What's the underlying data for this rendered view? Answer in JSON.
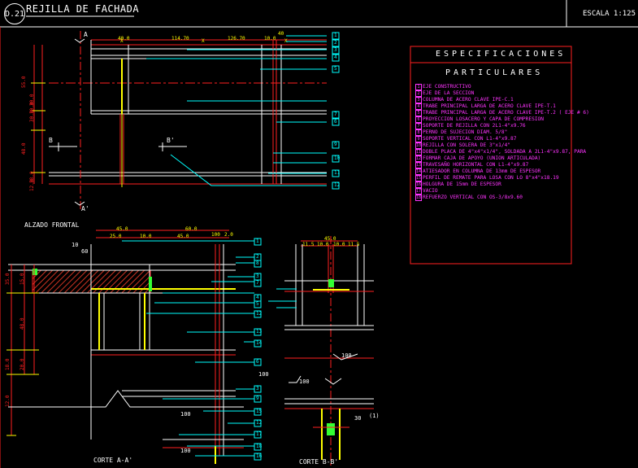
{
  "sheet": {
    "badge": "D.21",
    "title": "REJILLA DE FACHADA",
    "scale": "ESCALA 1:125"
  },
  "specs": {
    "title": "ESPECIFICACIONES",
    "subtitle": "PARTICULARES",
    "items": [
      {
        "num": "1",
        "text": "EJE CONSTRUCTIVO"
      },
      {
        "num": "2",
        "text": "EJE DE LA SECCION"
      },
      {
        "num": "3",
        "text": "COLUMNA DE ACERO CLAVE IPE-C.1"
      },
      {
        "num": "4",
        "text": "TRABE PRINCIPAL  LARGA DE ACERO CLAVE IPE-T.1"
      },
      {
        "num": "5",
        "text": "TRABE PRINCIPAL  LARGA DE ACERO CLAVE IPE-T.2 ( EJE # 6)"
      },
      {
        "num": "6",
        "text": "PROYECCION LOSACERO Y CAPA DE COMPRESION"
      },
      {
        "num": "7",
        "text": "SOPORTE DE REJILLA CON 2L1-4\"x9.76"
      },
      {
        "num": "8",
        "text": "PERNO DE SUJECION DIAM. 5/8\""
      },
      {
        "num": "9",
        "text": "SOPORTE VERTICAL CON L1-4\"x9.87"
      },
      {
        "num": "10",
        "text": "REJILLA CON SOLERA DE 3\"x1/4\""
      },
      {
        "num": "11",
        "text": "DOBLE PLACA DE 4\"x4\"x1/4\", SOLDADA A 2L1-4\"x9.87, PARA"
      },
      {
        "num": "12",
        "text": "FORMAR CAJA DE APOYO (UNION ARTICULADA)"
      },
      {
        "num": "13",
        "text": "TRAVESAÑO HORIZONTAL CON L1-4\"x9.87"
      },
      {
        "num": "14",
        "text": "ATIESADOR EN COLUMNA DE 13mm DE ESPESOR"
      },
      {
        "num": "15",
        "text": "PERFIL DE REMATE PARA LOSA CON LO 8\"x4\"x18.19"
      },
      {
        "num": "16",
        "text": "HOLGURA DE 15mm DE ESPESOR"
      },
      {
        "num": "17",
        "text": "VACIO"
      },
      {
        "num": "18",
        "text": "REFUERZO VERTICAL CON OS-3/8x9.60"
      }
    ]
  },
  "views": {
    "front": "ALZADO FRONTAL",
    "cut_a": "CORTE A-A'",
    "cut_b": "CORTE B-B'",
    "sec_a_top": "A",
    "sec_a_bot": "A'",
    "sec_b_left": "B",
    "sec_b_right": "B'"
  },
  "dimensions": {
    "front_top": [
      "40.0",
      "114.70",
      "126.70",
      "10.0",
      "40"
    ],
    "front_left": [
      "55.0",
      "30.0",
      "10.0",
      "48.0",
      "30.0",
      "18.0",
      "12.0"
    ],
    "cutA_top_1": [
      "45.0",
      "60.0"
    ],
    "cutA_top_2": [
      "25.0",
      "10.0",
      "45.0",
      "100",
      "2.0"
    ],
    "cutA_left": [
      "35.0",
      "15.0",
      "48.0",
      "20.0",
      "18.0",
      "12.0"
    ],
    "cutB_top_1": [
      "45.0"
    ],
    "cutB_top_2": [
      "11.5",
      "10.0",
      "10.0",
      "11.5"
    ],
    "welds": [
      "10",
      "60",
      "100",
      "100",
      "100",
      "100",
      "100",
      "30",
      "(1)"
    ]
  },
  "callouts": {
    "front": [
      "1",
      "2",
      "3",
      "4",
      "5",
      "7",
      "6",
      "9",
      "10",
      "11",
      "12"
    ],
    "cutA": [
      "1",
      "2",
      "8",
      "3",
      "7",
      "4",
      "5",
      "12",
      "13",
      "14",
      "6",
      "3",
      "9",
      "15",
      "12",
      "17",
      "18",
      "16"
    ]
  },
  "colors": {
    "red": "#ff2020",
    "yellow": "#ffff00",
    "cyan": "#00ffff",
    "magenta": "#ff33ff",
    "green": "#33ff33",
    "white": "#ffffff",
    "hatch": "#cc3322"
  }
}
